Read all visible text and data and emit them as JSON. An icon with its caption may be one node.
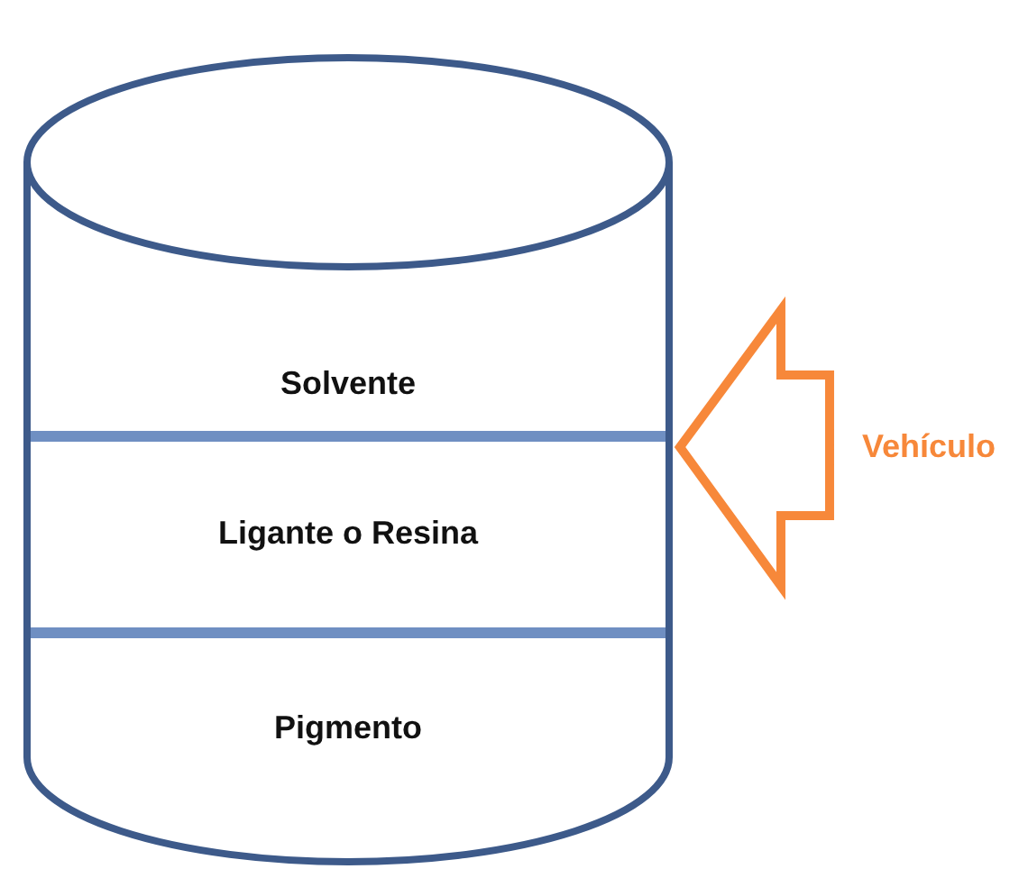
{
  "diagram": {
    "nodes": [
      {
        "text": [],
        "shape": "cylinder"
      },
      {
        "text": [
          "Solvente"
        ],
        "in": 0
      },
      {
        "text": [
          "Ligante o Resina"
        ],
        "in": 0
      },
      {
        "text": [
          "Pigmento"
        ],
        "in": 0
      },
      {
        "text": [
          "Vehículo"
        ]
      }
    ],
    "edges": [
      {
        "from": 4,
        "to": 0,
        "arrow": "to",
        "color": "#f7883a"
      }
    ]
  }
}
